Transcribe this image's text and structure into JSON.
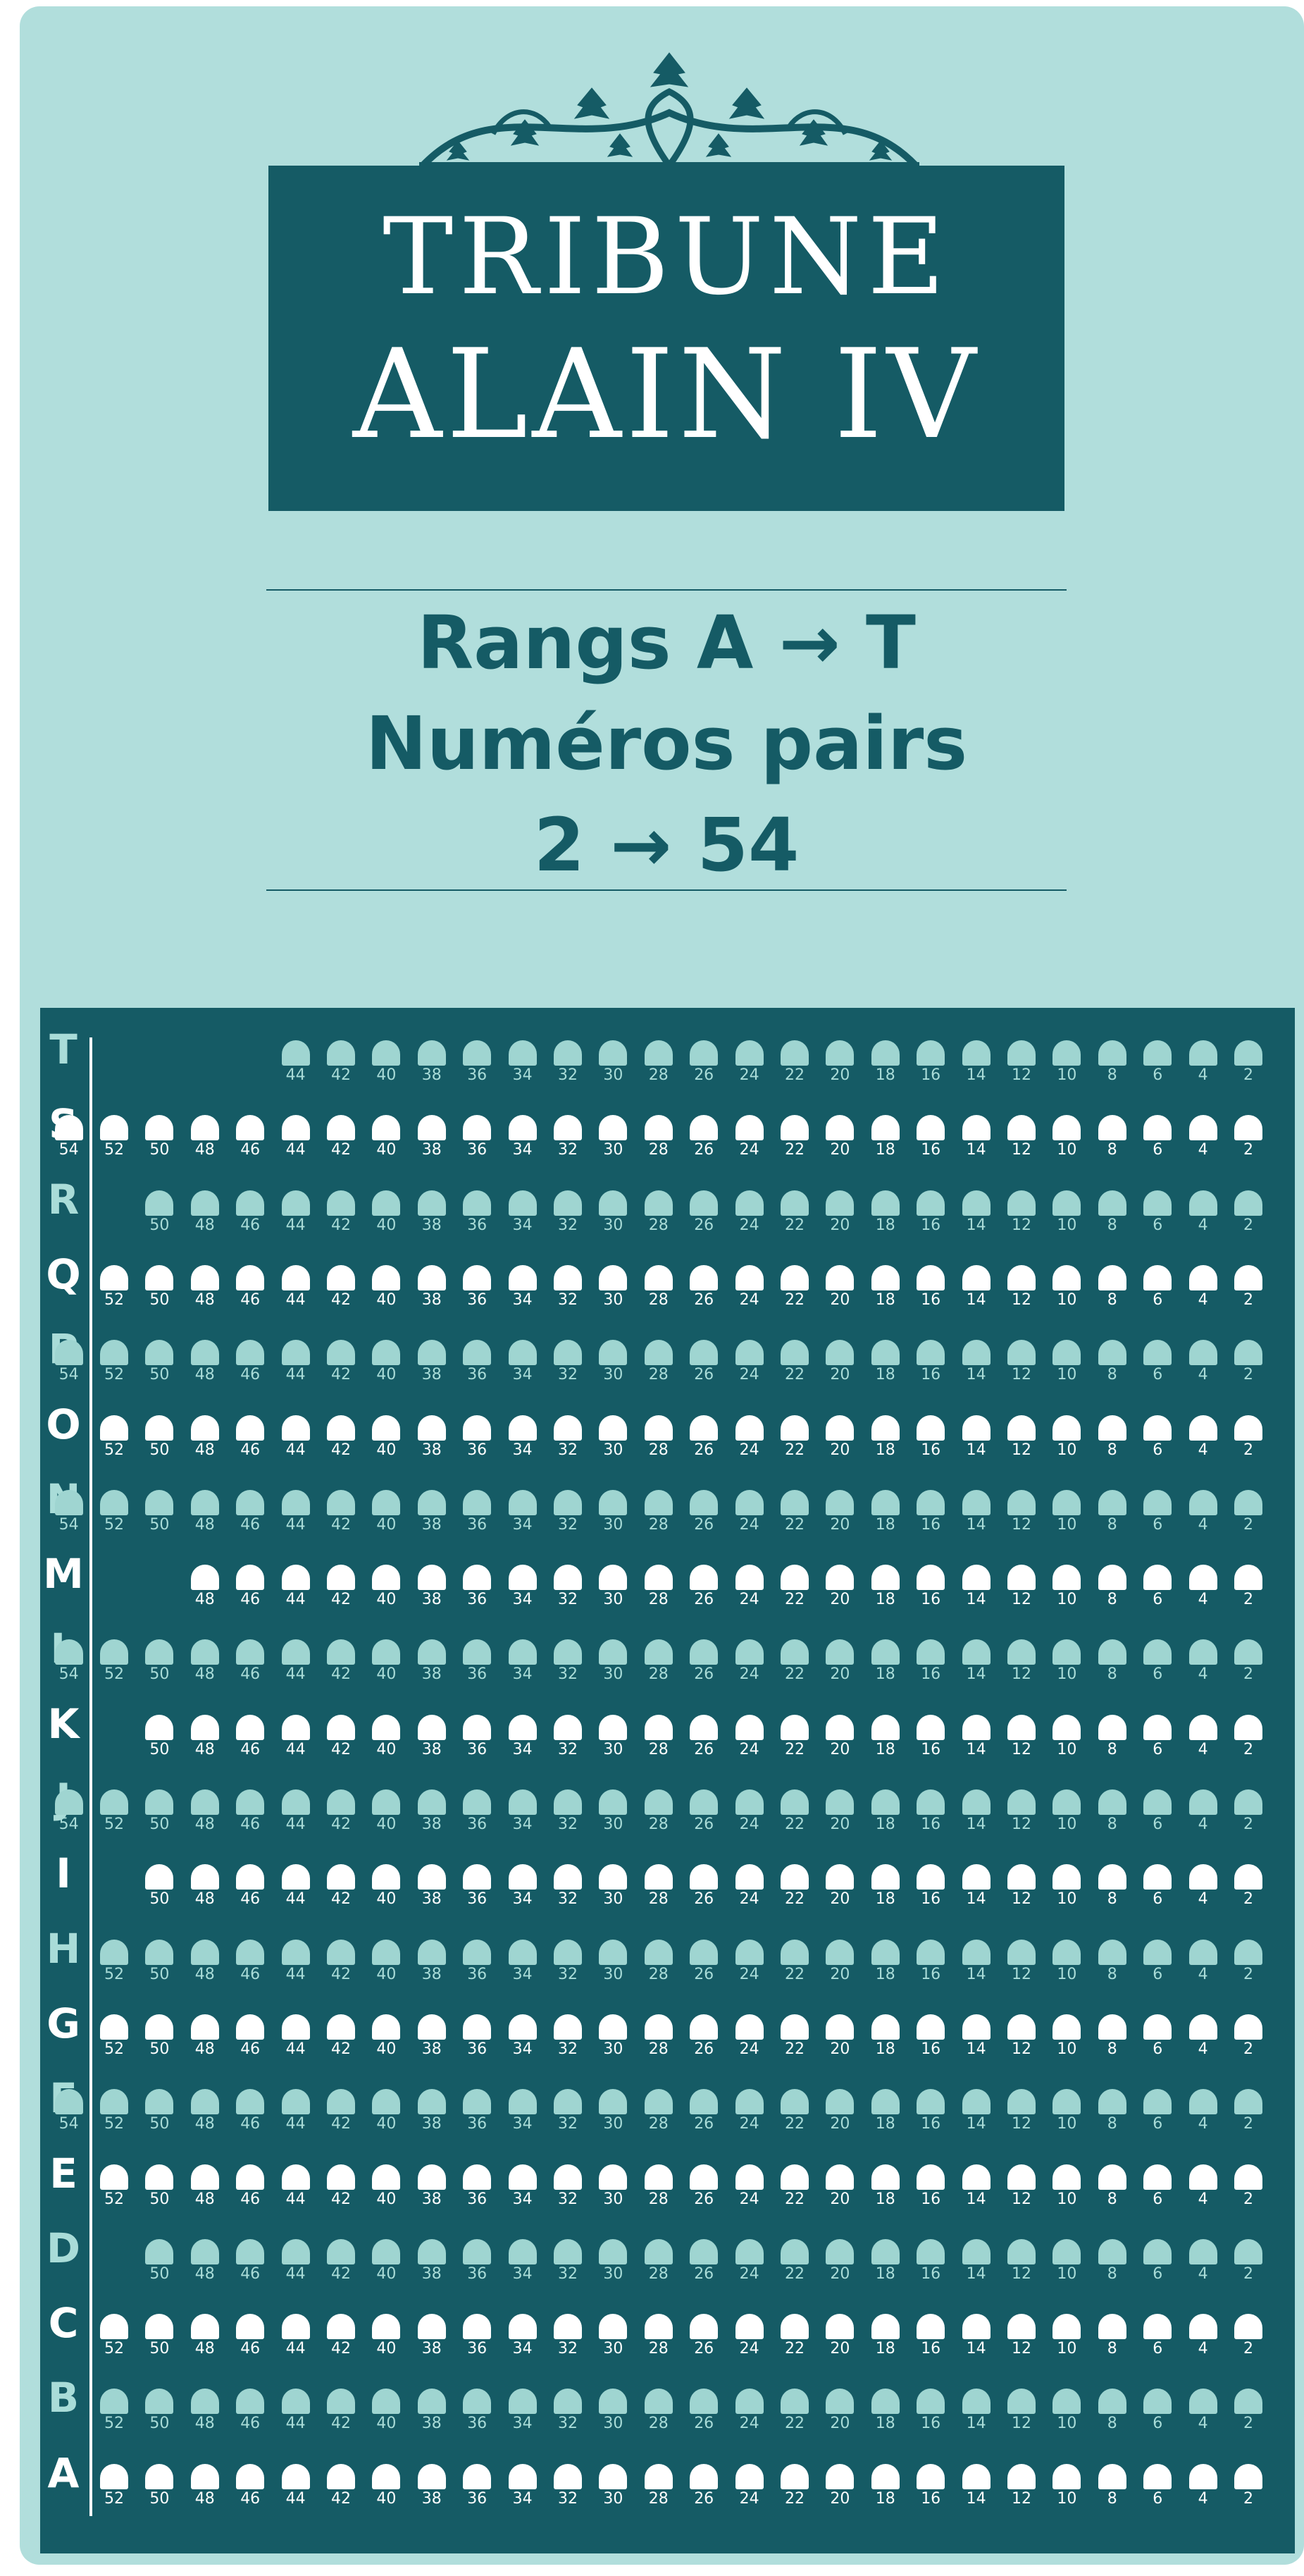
{
  "title": {
    "line1": "TRIBUNE",
    "line2": "ALAIN IV"
  },
  "info": {
    "line1_start": "Rangs A",
    "line1_end": "T",
    "line2": "Numéros pairs",
    "line3_start": "2",
    "line3_end": "54",
    "arrow": "→"
  },
  "colors": {
    "background": "#b1dedc",
    "dark_teal": "#155b65",
    "seat_white": "#ffffff",
    "seat_light": "#9fd5d1"
  },
  "icons": [
    "ivy-ornament-icon",
    "seat-icon"
  ],
  "rows": [
    {
      "label": "T",
      "style": "light",
      "max": 44
    },
    {
      "label": "S",
      "style": "white",
      "max": 54
    },
    {
      "label": "R",
      "style": "light",
      "max": 50
    },
    {
      "label": "Q",
      "style": "white",
      "max": 52
    },
    {
      "label": "P",
      "style": "light",
      "max": 54
    },
    {
      "label": "O",
      "style": "white",
      "max": 52
    },
    {
      "label": "N",
      "style": "light",
      "max": 54
    },
    {
      "label": "M",
      "style": "white",
      "max": 48
    },
    {
      "label": "L",
      "style": "light",
      "max": 54
    },
    {
      "label": "K",
      "style": "white",
      "max": 50
    },
    {
      "label": "J",
      "style": "light",
      "max": 54
    },
    {
      "label": "I",
      "style": "white",
      "max": 50
    },
    {
      "label": "H",
      "style": "light",
      "max": 52
    },
    {
      "label": "G",
      "style": "white",
      "max": 52
    },
    {
      "label": "F",
      "style": "light",
      "max": 54
    },
    {
      "label": "E",
      "style": "white",
      "max": 52
    },
    {
      "label": "D",
      "style": "light",
      "max": 50
    },
    {
      "label": "C",
      "style": "white",
      "max": 52
    },
    {
      "label": "B",
      "style": "light",
      "max": 52
    },
    {
      "label": "A",
      "style": "white",
      "max": 52
    }
  ]
}
